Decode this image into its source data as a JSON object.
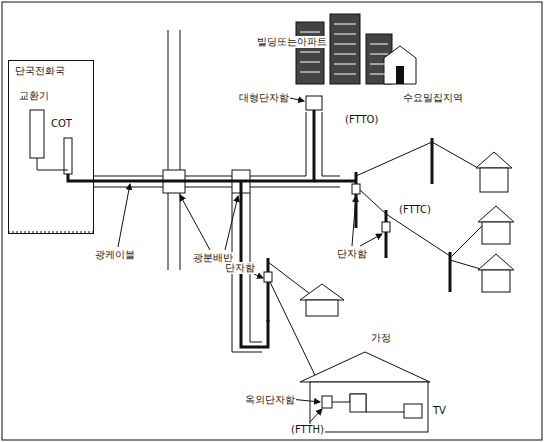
{
  "diagram": {
    "nodes": [
      {
        "text": [
          "단국전화국"
        ]
      }
    ],
    "labels": [
      "교환기",
      "COT",
      "빌딩또는아파트",
      "대형단자함",
      "(FTTO)",
      "수요밀집지역",
      "광케이블",
      "광분배반",
      "단자함",
      "(FTTC)",
      "단자함",
      "가정",
      "옥외단자함",
      "(FTTH)",
      "TV"
    ]
  }
}
